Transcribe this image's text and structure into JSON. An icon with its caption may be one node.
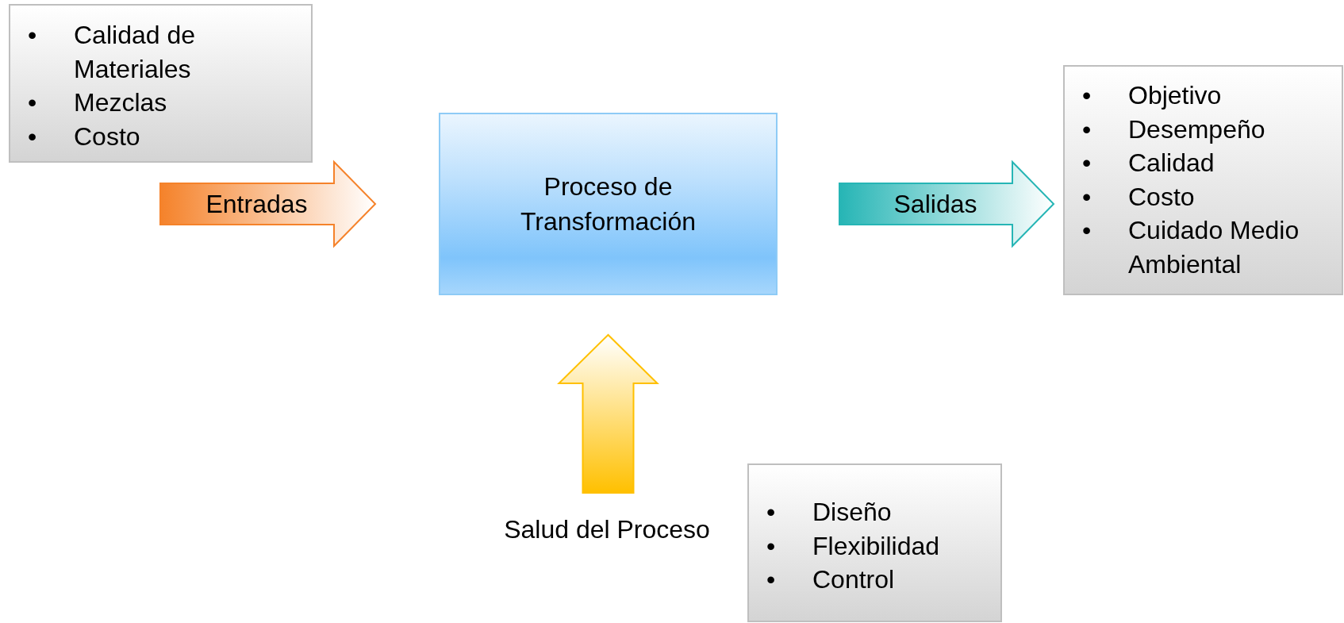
{
  "diagram": {
    "nodes": [
      {
        "text": [
          "Calidad de Materiales",
          "Mezclas",
          "Costo"
        ]
      },
      {
        "text": [
          "Proceso de Transformación"
        ]
      },
      {
        "text": [
          "Objetivo",
          "Desempeño",
          "Calidad",
          "Costo",
          "Cuidado Medio Ambiental"
        ]
      },
      {
        "text": [
          "Diseño",
          "Flexibilidad",
          "Control"
        ]
      },
      {
        "text": [
          "Salud del Proceso"
        ]
      }
    ],
    "edges": [
      {
        "from": 0,
        "to": 1,
        "arrow": "to",
        "label": "Entradas",
        "style": "thick",
        "color": "#f5822a"
      },
      {
        "from": 1,
        "to": 2,
        "arrow": "to",
        "label": "Salidas",
        "style": "thick",
        "color": "#26b5b5"
      },
      {
        "from": 4,
        "to": 1,
        "arrow": "to",
        "style": "thick",
        "color": "#ffc000"
      }
    ],
    "labels": [
      "•",
      "•",
      "•",
      "•",
      "•",
      "•",
      "•",
      "•",
      "•",
      "•",
      "•"
    ]
  }
}
